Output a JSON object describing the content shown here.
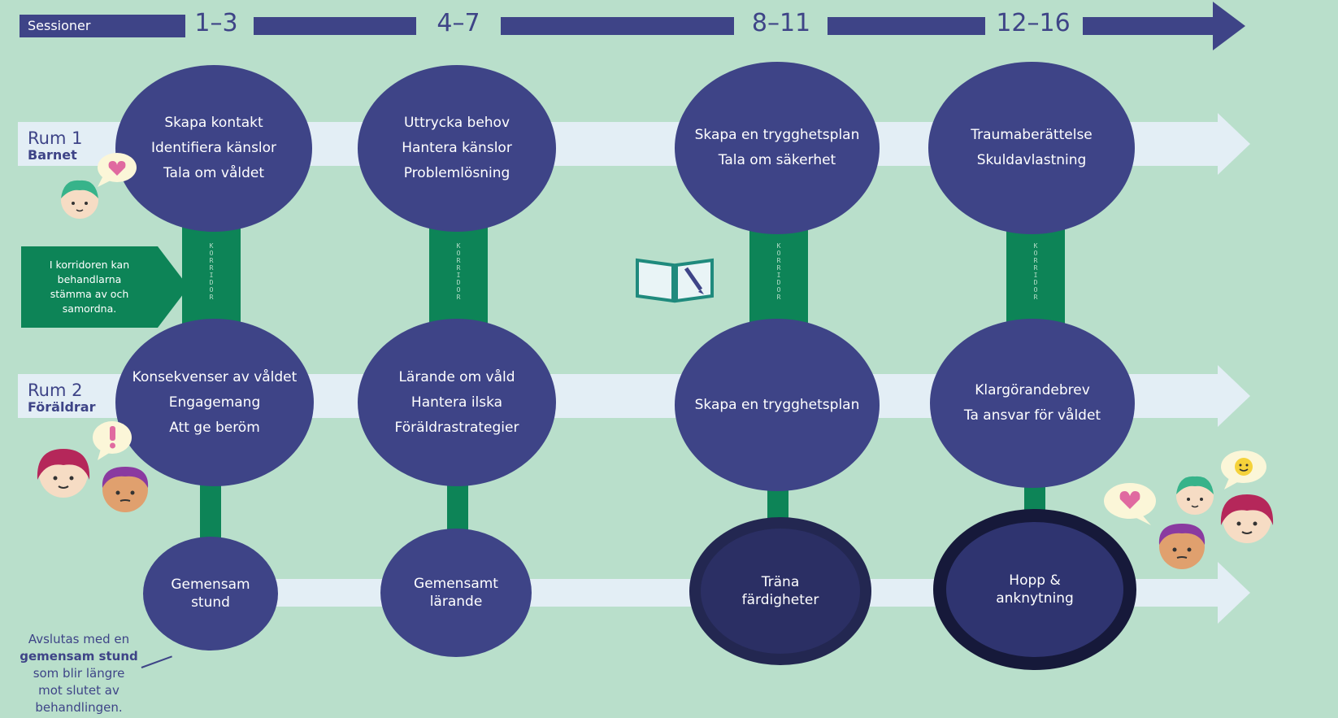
{
  "timeline": {
    "sessions_label": "Sessioner",
    "ranges": [
      "1–3",
      "4–7",
      "8–11",
      "12–16"
    ]
  },
  "rooms": [
    {
      "title": "Rum 1",
      "subtitle": "Barnet"
    },
    {
      "title": "Rum 2",
      "subtitle": "Föräldrar"
    }
  ],
  "corridor_label": "KORRIDOR",
  "callout": {
    "lines": [
      "I korridoren kan",
      "behandlarna",
      "stämma av och",
      "samordna."
    ]
  },
  "room1": [
    {
      "lines": [
        "Skapa kontakt",
        "Identifiera känslor",
        "Tala om våldet"
      ]
    },
    {
      "lines": [
        "Uttrycka behov",
        "Hantera känslor",
        "Problemlösning"
      ]
    },
    {
      "lines": [
        "Skapa en trygghetsplan",
        "Tala om säkerhet"
      ]
    },
    {
      "lines": [
        "Traumaberättelse",
        "Skuldavlastning"
      ]
    }
  ],
  "room2": [
    {
      "lines": [
        "Konsekvenser av våldet",
        "Engagemang",
        "Att ge beröm"
      ]
    },
    {
      "lines": [
        "Lärande om våld",
        "Hantera ilska",
        "Föräldrastrategier"
      ]
    },
    {
      "lines": [
        "Skapa en trygghetsplan"
      ]
    },
    {
      "lines": [
        "Klargörandebrev",
        "Ta ansvar för våldet"
      ]
    }
  ],
  "joint": [
    {
      "lines": [
        "Gemensam",
        "stund"
      ]
    },
    {
      "lines": [
        "Gemensamt",
        "lärande"
      ]
    },
    {
      "lines": [
        "Träna",
        "färdigheter"
      ]
    },
    {
      "lines": [
        "Hopp &",
        "anknytning"
      ]
    }
  ],
  "note": {
    "before": "Avslutas med en",
    "bold": "gemensam stund",
    "after": [
      "som blir längre",
      "mot slutet av",
      "behandlingen."
    ]
  },
  "colors": {
    "background": "#b9dfcb",
    "navy": "#3e4487",
    "green": "#0d8457",
    "lane": "#e3eef5"
  },
  "icons": [
    "heart-speech-icon",
    "exclamation-speech-icon",
    "smiley-speech-icon",
    "book-pen-icon",
    "child-face-icon",
    "parent-face-icon"
  ]
}
